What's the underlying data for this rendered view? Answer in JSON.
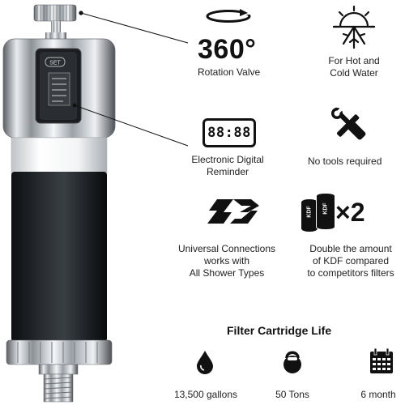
{
  "features": {
    "rotation": {
      "big": "360°",
      "caption": "Rotation Valve"
    },
    "hot_cold": {
      "line1": "For Hot and",
      "line2": "Cold Water"
    },
    "reminder": {
      "display": "88:88",
      "line1": "Electronic Digital",
      "line2": "Reminder"
    },
    "tools": {
      "caption": "No tools required"
    },
    "universal": {
      "line1": "Universal Connections",
      "line2": "works with",
      "line3": "All Shower Types"
    },
    "kdf": {
      "badge1": "KDF",
      "badge2": "KDF",
      "multiplier": "×2",
      "line1": "Double the amount",
      "line2": "of KDF compared",
      "line3": "to competitors filters"
    }
  },
  "device": {
    "set_label": "SET"
  },
  "cartridge_life": {
    "title": "Filter Cartridge Life",
    "items": [
      {
        "icon": "water-drop-icon",
        "label": "13,500 gallons"
      },
      {
        "icon": "kettlebell-icon",
        "label": "50 Tons"
      },
      {
        "icon": "calendar-icon",
        "label": "6 month"
      }
    ]
  }
}
